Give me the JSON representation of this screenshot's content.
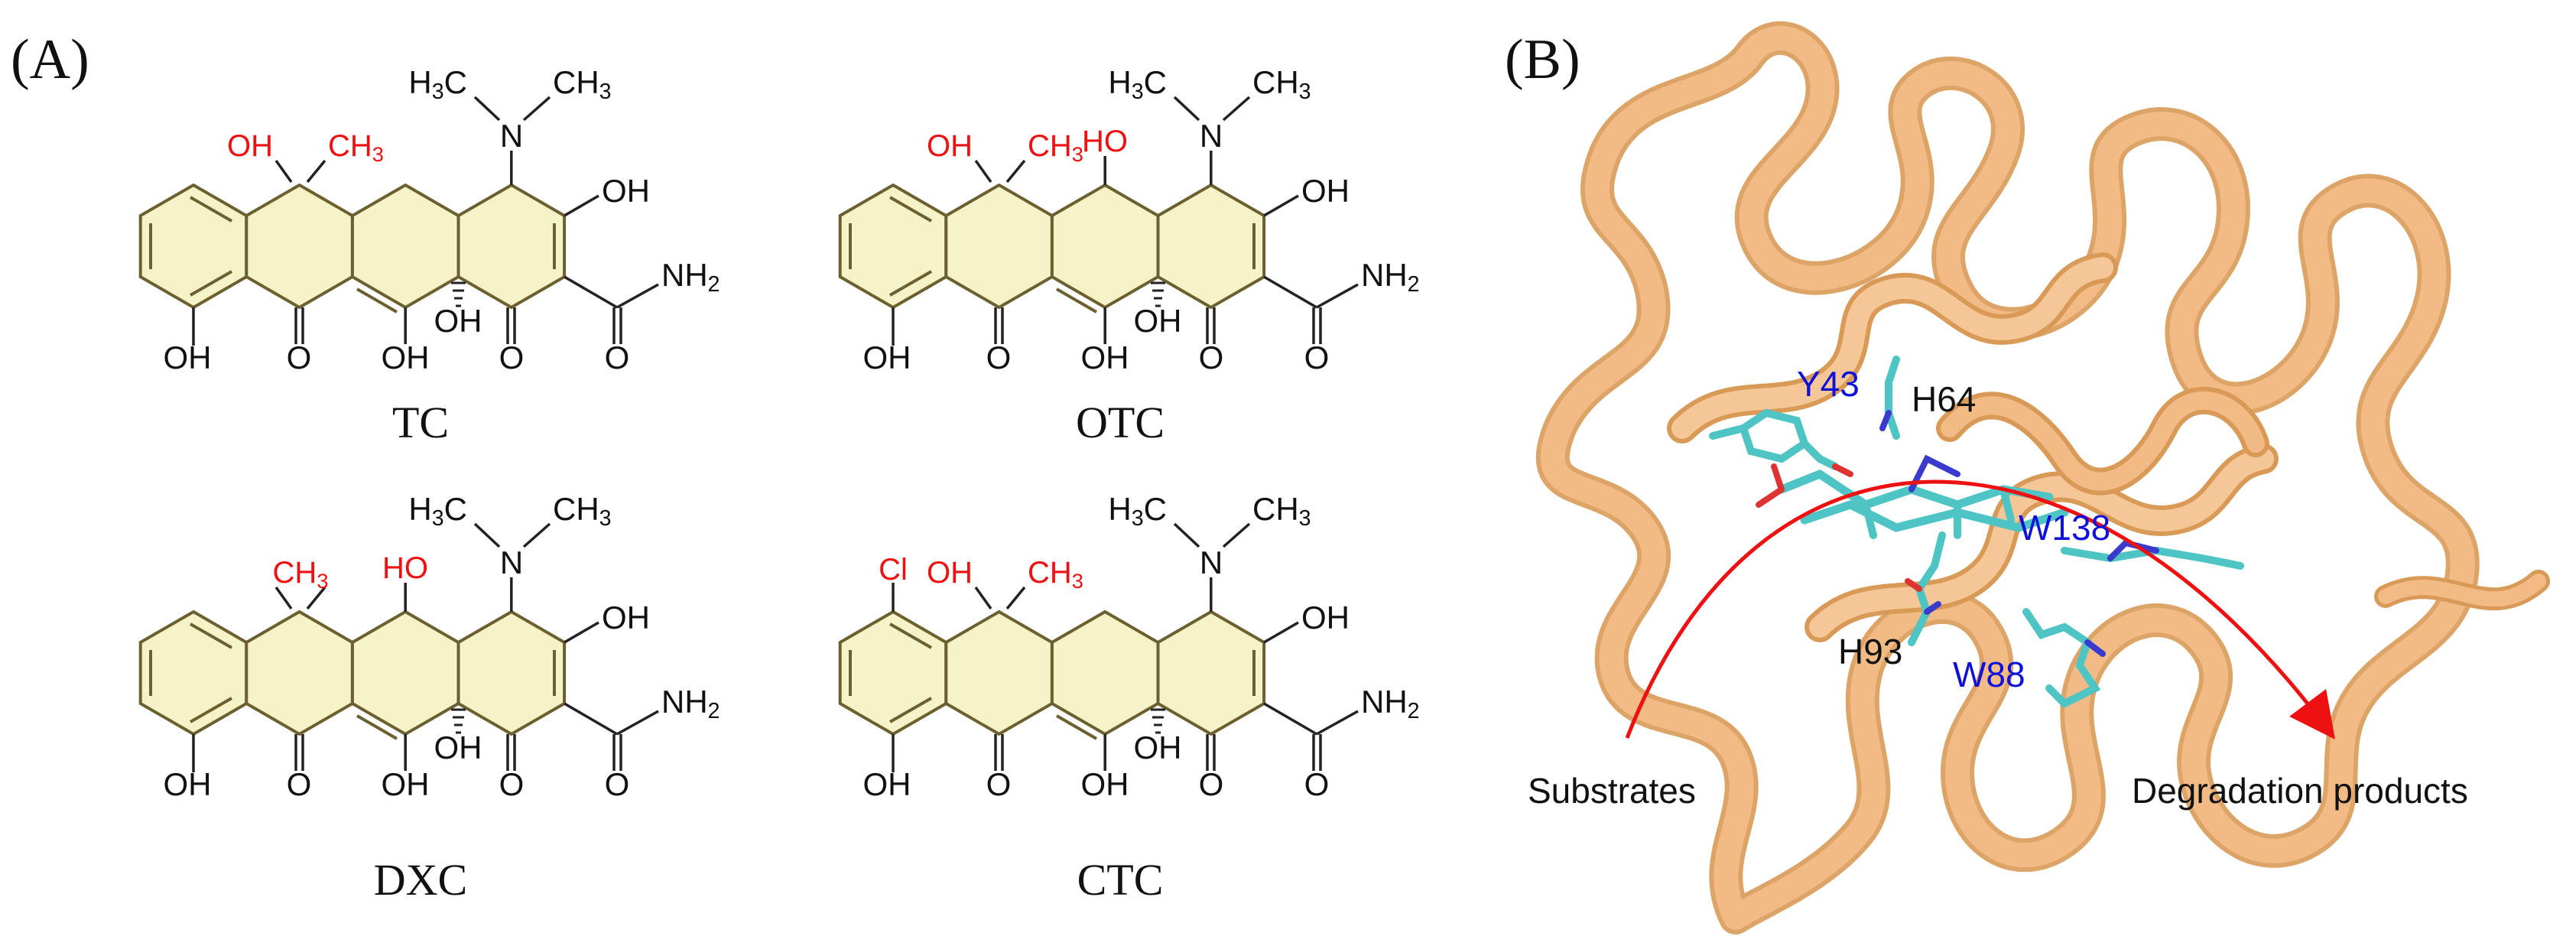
{
  "panel_a": {
    "label": "(A)",
    "molecules": [
      {
        "name": "TC",
        "labels": {
          "n": "N",
          "nch3l": "H3C",
          "nch3r": "CH3",
          "oh_enol": "OH",
          "nh2": "NH2",
          "amideO": "O",
          "ohAr": "OH",
          "o1": "O",
          "oh2": "OH",
          "ohBr": "OH",
          "o3": "O",
          "s1a": "OH",
          "s1b": "CH3",
          "s1c": "",
          "s2": ""
        }
      },
      {
        "name": "OTC",
        "labels": {
          "n": "N",
          "nch3l": "H3C",
          "nch3r": "CH3",
          "oh_enol": "OH",
          "nh2": "NH2",
          "amideO": "O",
          "ohAr": "OH",
          "o1": "O",
          "oh2": "OH",
          "ohBr": "OH",
          "o3": "O",
          "s1a": "OH",
          "s1b": "CH3",
          "s1c": "",
          "s2": "HO"
        }
      },
      {
        "name": "DXC",
        "labels": {
          "n": "N",
          "nch3l": "H3C",
          "nch3r": "CH3",
          "oh_enol": "OH",
          "nh2": "NH2",
          "amideO": "O",
          "ohAr": "OH",
          "o1": "O",
          "oh2": "OH",
          "ohBr": "OH",
          "o3": "O",
          "s1a": "",
          "s1b": "CH3",
          "s1c": "",
          "s2": "HO"
        }
      },
      {
        "name": "CTC",
        "labels": {
          "n": "N",
          "nch3l": "H3C",
          "nch3r": "CH3",
          "oh_enol": "OH",
          "nh2": "NH2",
          "amideO": "O",
          "ohAr": "OH",
          "o1": "O",
          "oh2": "OH",
          "ohBr": "OH",
          "o3": "O",
          "s1a": "OH",
          "s1b": "CH3",
          "s1c": "Cl",
          "s2": ""
        }
      }
    ]
  },
  "panel_b": {
    "label": "(B)",
    "residues": [
      {
        "name": "Y43",
        "color": "#1010dd"
      },
      {
        "name": "H64",
        "color": "#111111"
      },
      {
        "name": "W138",
        "color": "#1010dd"
      },
      {
        "name": "H93",
        "color": "#111111"
      },
      {
        "name": "W88",
        "color": "#1010dd"
      }
    ],
    "substrates_label": "Substrates",
    "products_label": "Degradation products"
  },
  "colors": {
    "ring_fill": "#f7f3c8",
    "ring_stroke": "#6b6030",
    "highlight_text": "#ee1111",
    "protein": "#f2bb85",
    "protein_dark": "#d99a58",
    "ligand": "#4fc4c4",
    "arrow": "#ee1111"
  }
}
